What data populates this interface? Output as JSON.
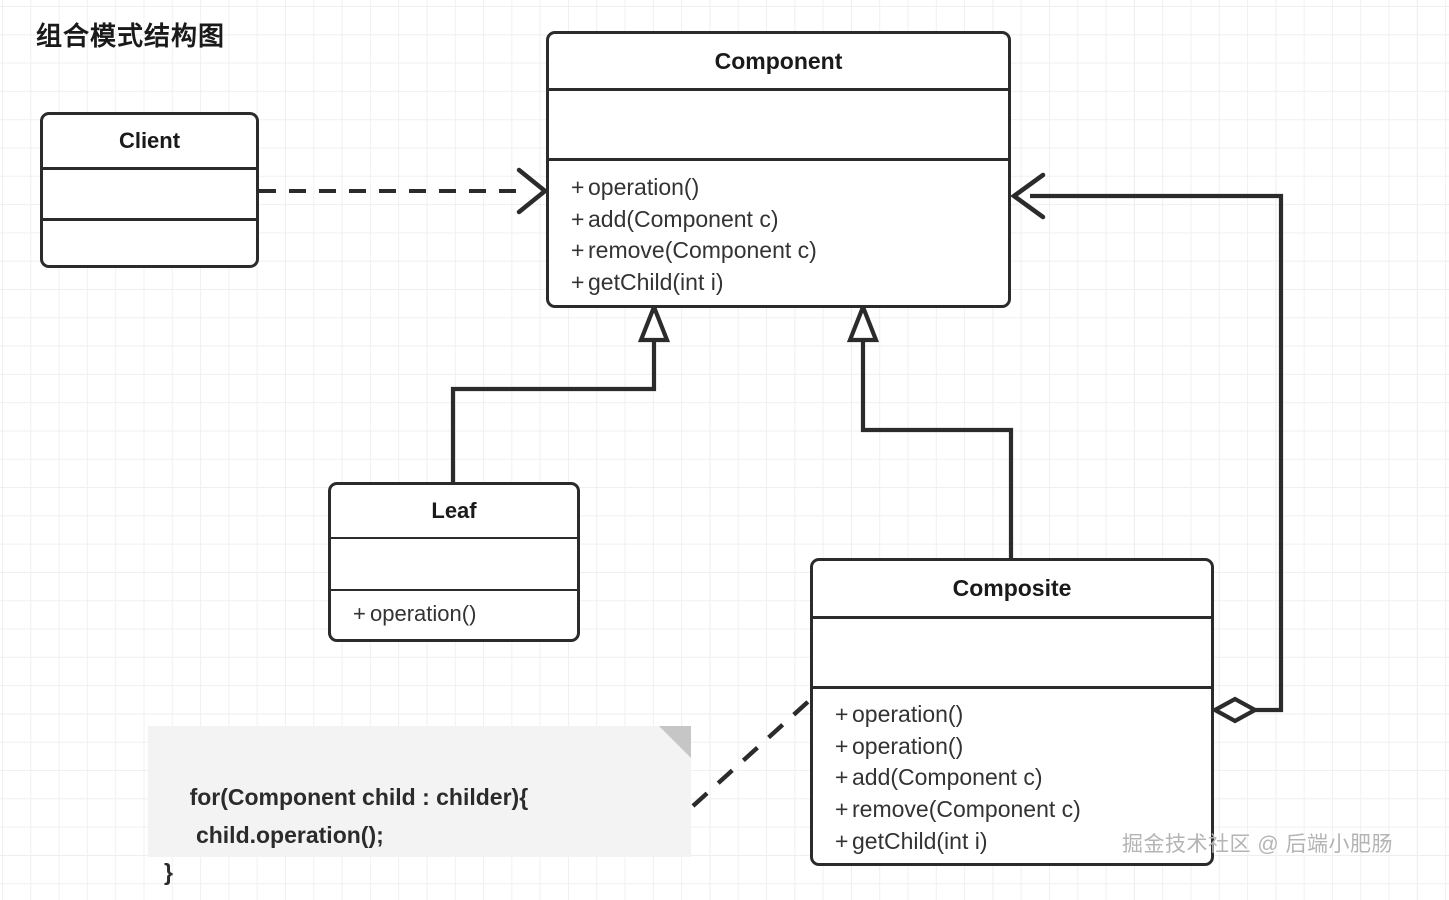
{
  "diagram": {
    "title": "组合模式结构图",
    "watermark": "掘金技术社区 @ 后端小肥肠",
    "stroke_color": "#2b2b2b",
    "note_bg_color": "#f3f3f3",
    "canvas_bg_color": "#ffffff",
    "grid_color": "#e6e6e6"
  },
  "classes": {
    "component": {
      "name": "Component",
      "attributes": [],
      "methods": [
        {
          "visibility": "+",
          "signature": "operation()"
        },
        {
          "visibility": "+",
          "signature": "add(Component c)"
        },
        {
          "visibility": "+",
          "signature": "remove(Component c)"
        },
        {
          "visibility": "+",
          "signature": "getChild(int i)"
        }
      ]
    },
    "client": {
      "name": "Client",
      "attributes": [],
      "methods": []
    },
    "leaf": {
      "name": "Leaf",
      "attributes": [],
      "methods": [
        {
          "visibility": "+",
          "signature": "operation()"
        }
      ]
    },
    "composite": {
      "name": "Composite",
      "attributes": [],
      "methods": [
        {
          "visibility": "+",
          "signature": "operation()"
        },
        {
          "visibility": "+",
          "signature": "operation()"
        },
        {
          "visibility": "+",
          "signature": "add(Component c)"
        },
        {
          "visibility": "+",
          "signature": "remove(Component c)"
        },
        {
          "visibility": "+",
          "signature": "getChild(int i)"
        }
      ]
    }
  },
  "note": {
    "code": "for(Component child : childer){\n     child.operation();\n}"
  },
  "relations": [
    {
      "type": "dependency",
      "from": "Client",
      "to": "Component",
      "style": "dashed-open-arrow"
    },
    {
      "type": "generalization",
      "from": "Leaf",
      "to": "Component",
      "style": "solid-hollow-triangle"
    },
    {
      "type": "generalization",
      "from": "Composite",
      "to": "Component",
      "style": "solid-hollow-triangle"
    },
    {
      "type": "aggregation",
      "from": "Composite",
      "to": "Component",
      "style": "solid-hollow-diamond"
    },
    {
      "type": "note-link",
      "from": "note",
      "to": "Composite",
      "style": "dashed"
    }
  ]
}
